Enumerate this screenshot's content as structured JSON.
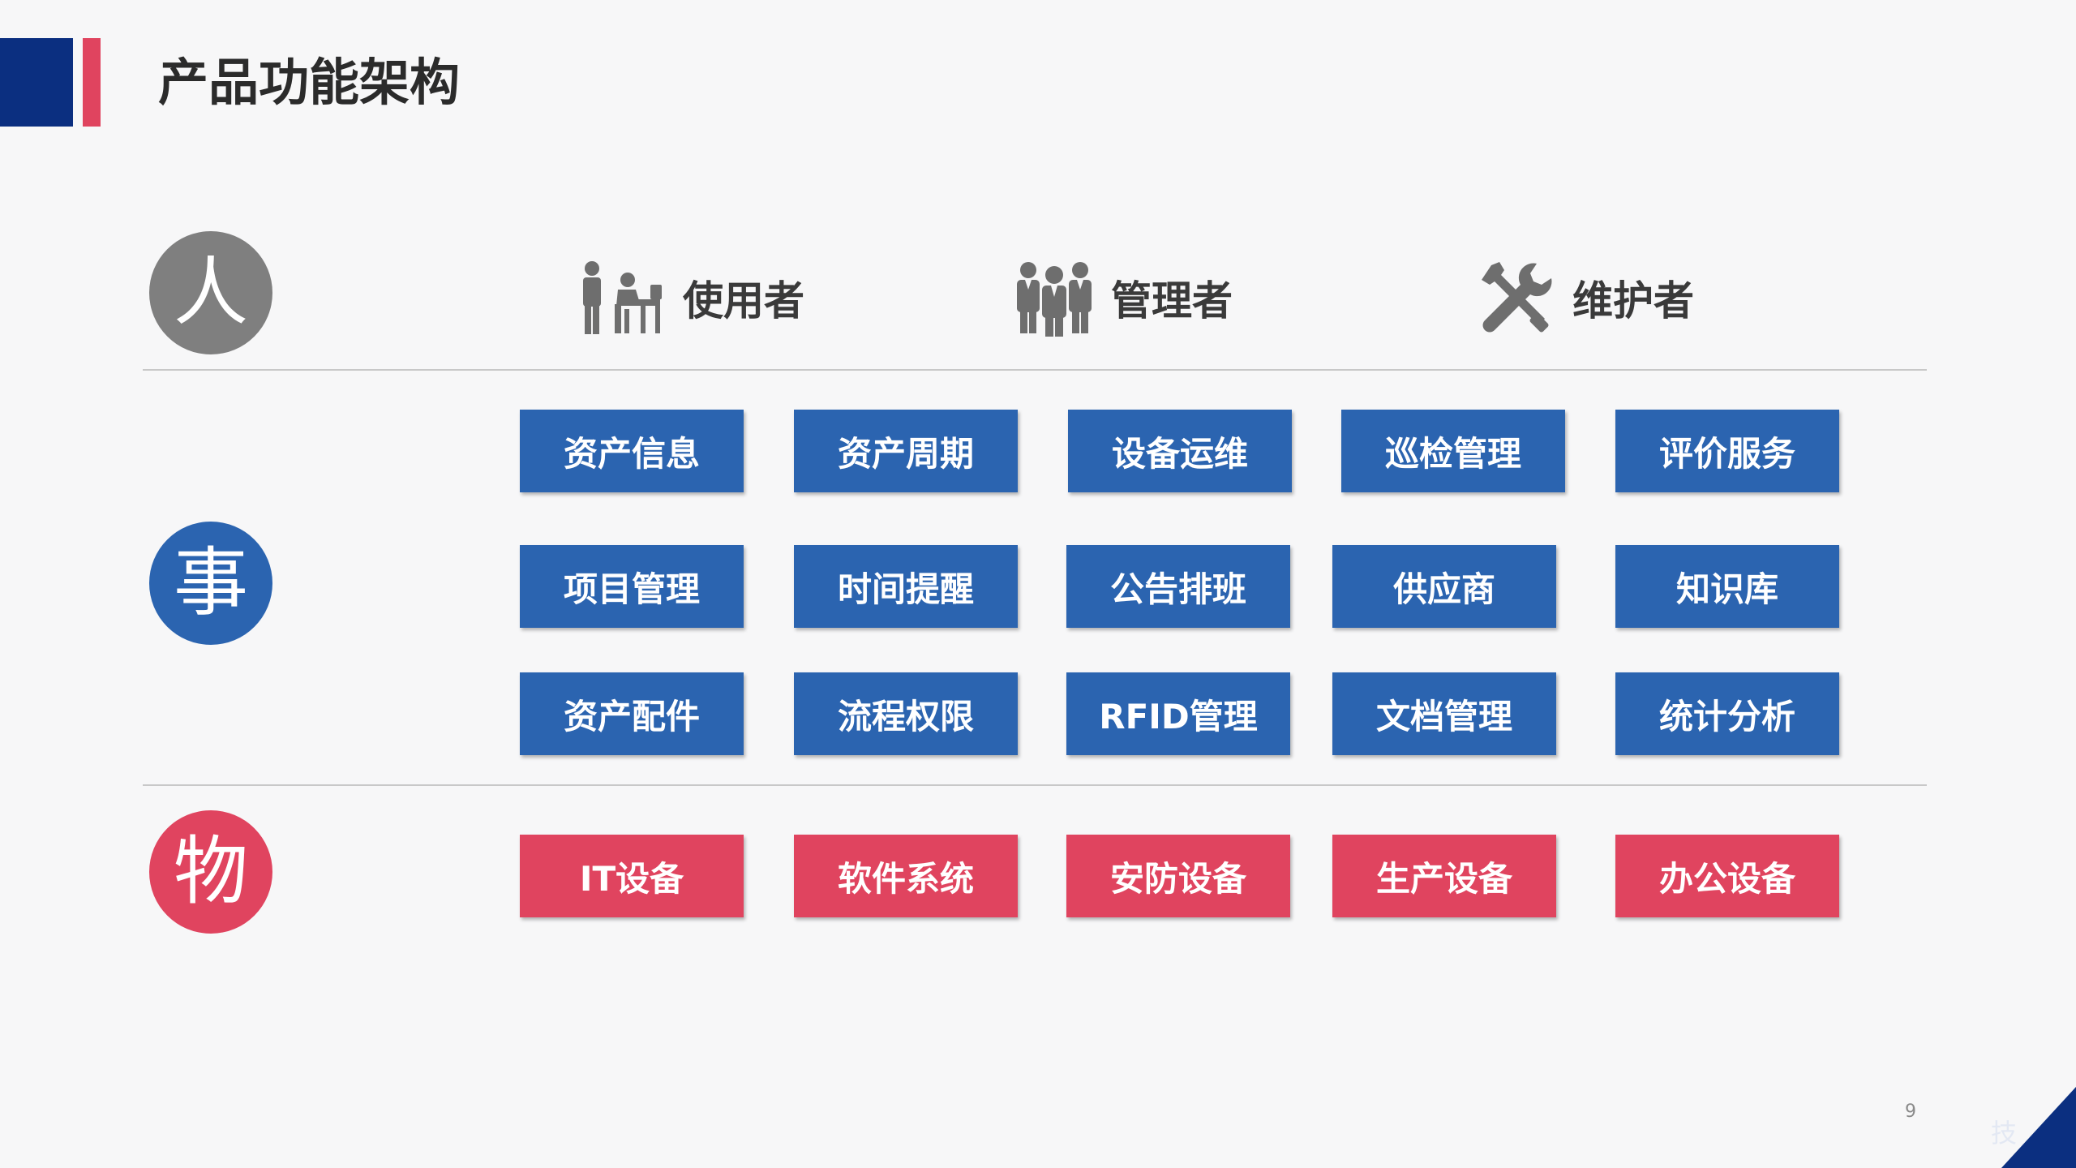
{
  "title": "产品功能架构",
  "rows": {
    "person": "人",
    "thing": "事",
    "object": "物"
  },
  "roles": [
    {
      "label": "使用者",
      "icon": "user-at-desk-icon"
    },
    {
      "label": "管理者",
      "icon": "team-group-icon"
    },
    {
      "label": "维护者",
      "icon": "wrench-screwdriver-icon"
    }
  ],
  "modules": [
    "资产信息",
    "资产周期",
    "设备运维",
    "巡检管理",
    "评价服务",
    "项目管理",
    "时间提醒",
    "公告排班",
    "供应商",
    "知识库",
    "资产配件",
    "流程权限",
    "RFID管理",
    "文档管理",
    "统计分析"
  ],
  "devices": [
    "IT设备",
    "软件系统",
    "安防设备",
    "生产设备",
    "办公设备"
  ],
  "page_number": "9",
  "corner_text": "技",
  "colors": {
    "blue": "#2b64b0",
    "red": "#e0445f",
    "navy": "#0b2f80",
    "gray": "#7f7f7f"
  }
}
